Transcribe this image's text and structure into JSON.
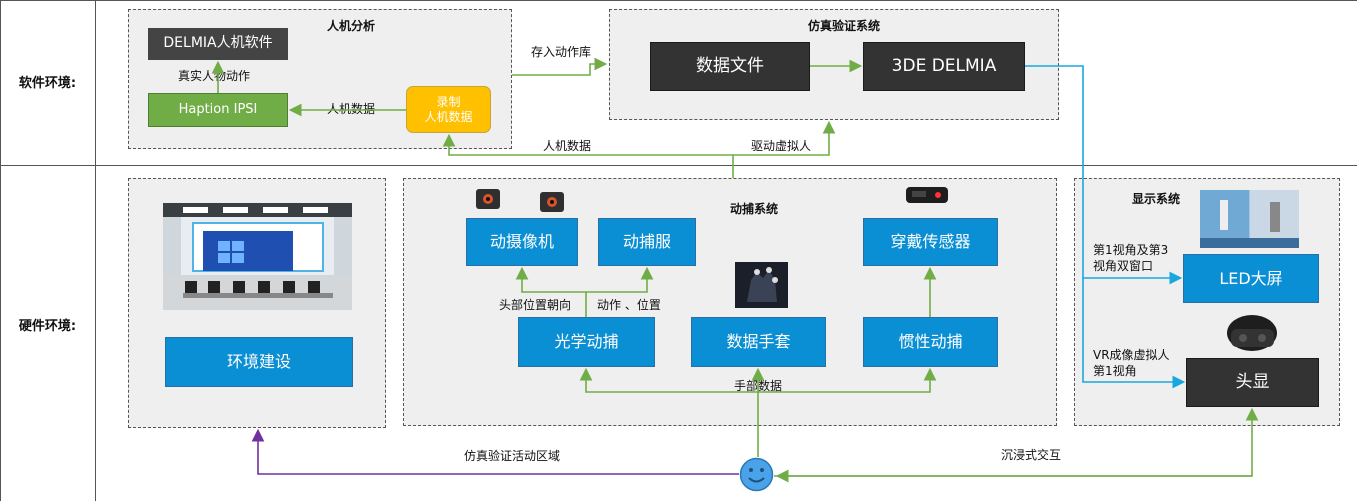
{
  "rows": {
    "software_label": "软件环境:",
    "hardware_label": "硬件环境:"
  },
  "hm_analysis": {
    "title": "人机分析",
    "delmia_software": "DELMIA人机软件",
    "haption": "Haption IPSI",
    "record": "录制\n人机数据",
    "real_motion": "真实人物动作",
    "hm_data": "人机数据"
  },
  "sim_system": {
    "title": "仿真验证系统",
    "data_file": "数据文件",
    "delmia_3de": "3DE DELMIA"
  },
  "links": {
    "save_library": "存入动作库",
    "hm_data_bottom": "人机数据",
    "drive_virtual": "驱动虚拟人",
    "sim_area": "仿真验证活动区域",
    "immersive": "沉浸式交互",
    "hand_data": "手部数据",
    "head_pose": "头部位置朝向",
    "motion_pos": "动作 、位置",
    "view_13": "第1视角及第3\n视角双窗口",
    "vr_view": "VR成像虚拟人\n第1视角"
  },
  "environment": {
    "build": "环境建设"
  },
  "mocap": {
    "title": "动捕系统",
    "camera": "动摄像机",
    "suit": "动捕服",
    "wearable": "穿戴传感器",
    "optical": "光学动捕",
    "glove": "数据手套",
    "inertial": "惯性动捕"
  },
  "display": {
    "title": "显示系统",
    "led": "LED大屏",
    "hmd": "头显"
  },
  "colors": {
    "blue_box": "#0a8fd4",
    "green_line": "#70ad47",
    "cyan_line": "#19a7e0",
    "purple_line": "#7030a0",
    "smiley": "#4aa3e8"
  }
}
